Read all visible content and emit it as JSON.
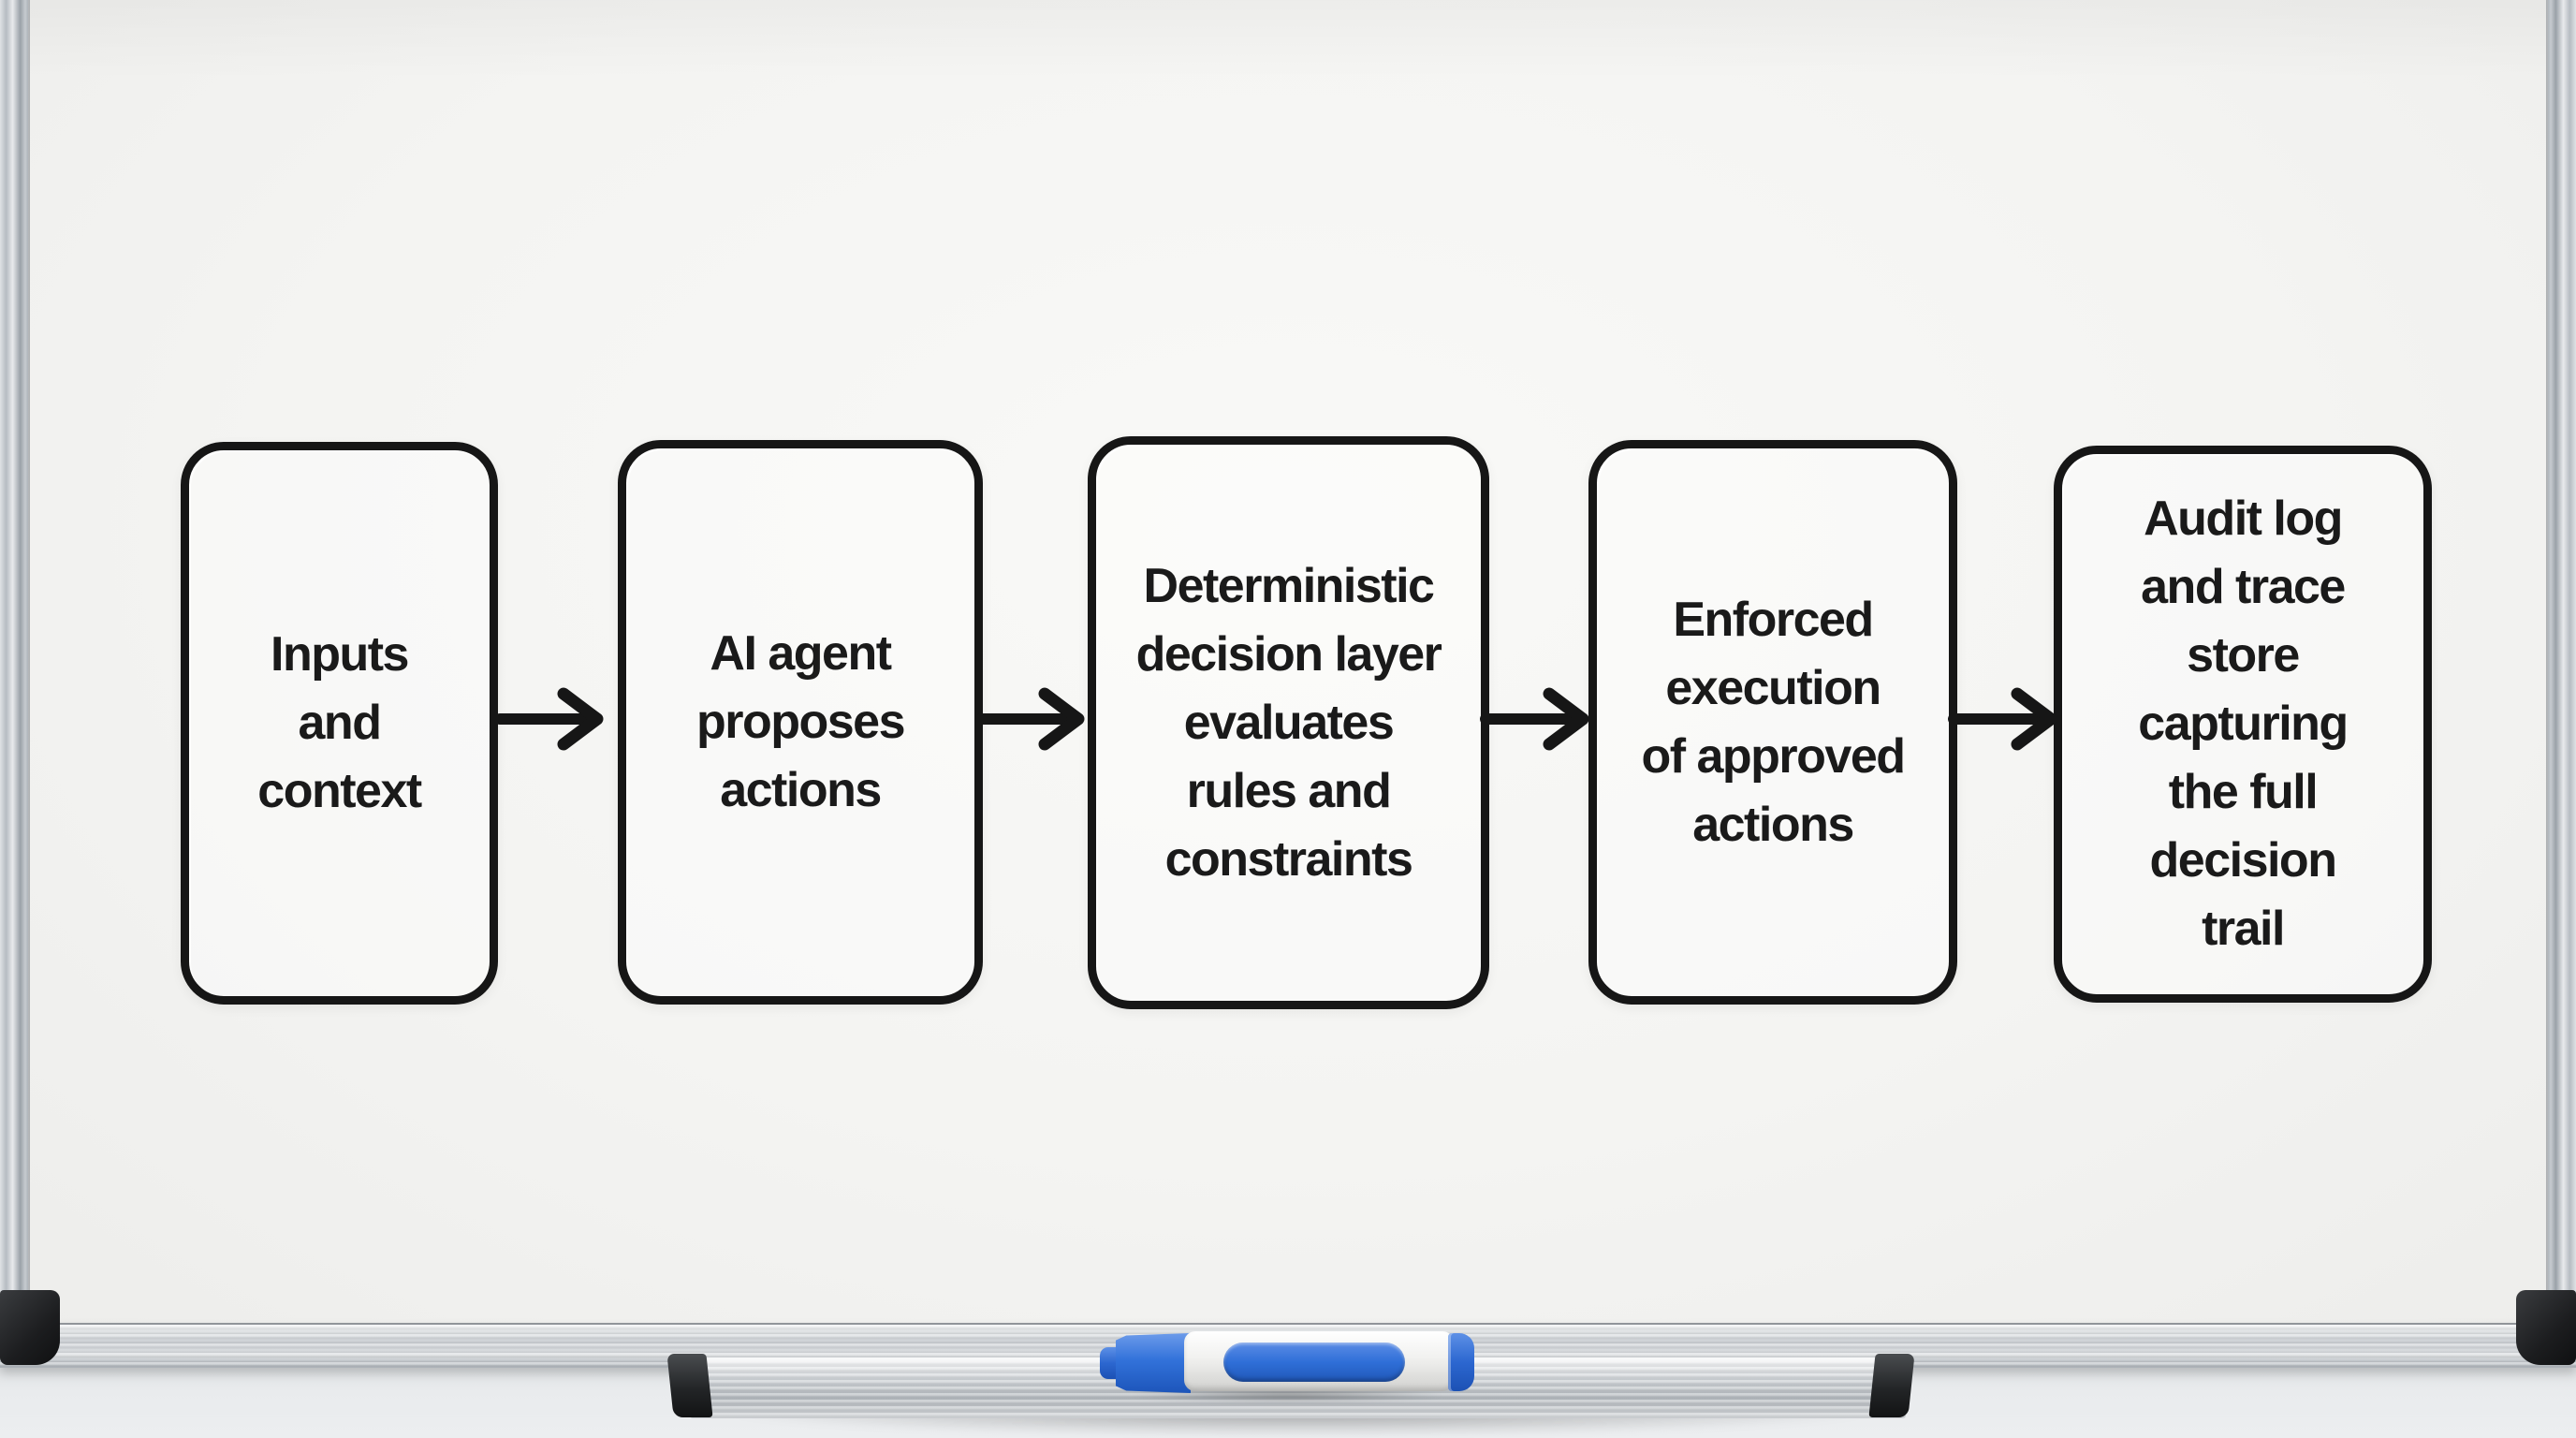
{
  "scene": {
    "type": "whiteboard flow diagram photo",
    "surface_color": "#f4f4f2",
    "frame_color": "#c9cdd1",
    "wall_color": "#e9ebec",
    "ink_color": "#1a1a1a",
    "marker": {
      "color_name": "blue",
      "hex": "#2f6fd8",
      "body_hex": "#f1f1ef"
    }
  },
  "diagram": {
    "flow_direction": "left-to-right",
    "arrow_count": 4,
    "boxes": [
      {
        "id": "inputs-and-context",
        "lines": [
          "Inputs",
          "and",
          "context"
        ]
      },
      {
        "id": "ai-agent-proposes-actions",
        "lines": [
          "AI agent",
          "proposes",
          "actions"
        ]
      },
      {
        "id": "deterministic-decision-layer",
        "lines": [
          "Deterministic",
          "decision layer",
          "evaluates",
          "rules and",
          "constraints"
        ]
      },
      {
        "id": "enforced-execution",
        "lines": [
          "Enforced",
          "execution",
          "of approved",
          "actions"
        ]
      },
      {
        "id": "audit-log-trace-store",
        "lines": [
          "Audit log",
          "and trace",
          "store",
          "capturing",
          "the full",
          "decision",
          "trail"
        ]
      }
    ]
  }
}
